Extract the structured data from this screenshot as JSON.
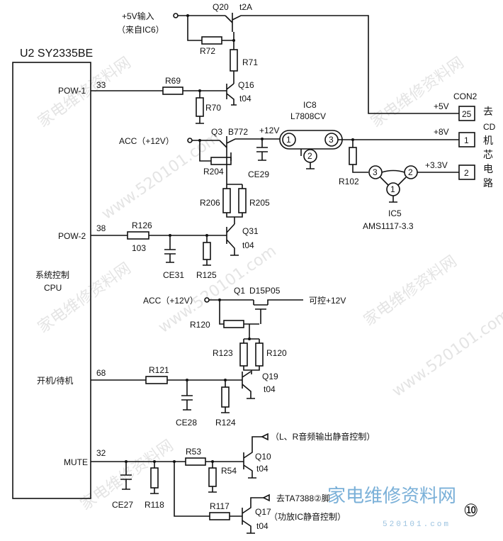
{
  "chip": {
    "name": "U2 SY2335BE",
    "desc1": "系统控制",
    "desc2": "CPU"
  },
  "pins": [
    {
      "num": "33",
      "name": "POW-1"
    },
    {
      "num": "38",
      "name": "POW-2"
    },
    {
      "num": "68",
      "name": "开机/待机"
    },
    {
      "num": "32",
      "name": "MUTE"
    }
  ],
  "inputs": {
    "v5_in": "+5V输入",
    "v5_src": "（来自IC6）",
    "acc1": "ACC（+12V）",
    "acc2": "ACC（+12V）"
  },
  "transistors": {
    "q20": "Q20",
    "q20_type": "t2A",
    "q16": "Q16",
    "q16_type": "t04",
    "q3": "Q3",
    "q3_type": "B772",
    "q31": "Q31",
    "q31_type": "t04",
    "q1": "Q1",
    "q1_type": "D15P05",
    "q19": "Q19",
    "q19_type": "t04",
    "q10": "Q10",
    "q10_type": "t04",
    "q17": "Q17",
    "q17_type": "t04"
  },
  "resistors": [
    "R72",
    "R71",
    "R69",
    "R70",
    "R204",
    "R206",
    "R205",
    "R126",
    "R125",
    "R120",
    "R123",
    "R120",
    "R121",
    "R124",
    "R53",
    "R54",
    "R118",
    "R117",
    "R102"
  ],
  "caps": [
    "CE29",
    "CE31",
    "CE28",
    "CE27"
  ],
  "misc": {
    "r126_val": "103",
    "v12": "+12V",
    "v8": "+8V",
    "v33": "+3.3V",
    "v5": "+5V"
  },
  "regulators": {
    "ic8": "IC8",
    "ic8_type": "L7808CV",
    "ic5": "IC5",
    "ic5_type": "AMS1117-3.3",
    "pins": [
      "1",
      "2",
      "3",
      "3",
      "2",
      "1"
    ]
  },
  "connector": {
    "name": "CON2",
    "pins": [
      "25",
      "1",
      "2"
    ],
    "dest": [
      "去",
      "CD",
      "机",
      "芯",
      "电",
      "路"
    ]
  },
  "outputs": {
    "switched": "可控+12V",
    "lr_mute": "（L、R音频输出静音控制）",
    "amp_pin": "去TA7388②脚",
    "amp_mute": "（功放IC静音控制）"
  },
  "page_num": "⑩",
  "watermark": {
    "text": "家电维修资料网",
    "site": "www.520101.com",
    "logo": "家电维修资料网",
    "logo_site": "520101.com"
  }
}
